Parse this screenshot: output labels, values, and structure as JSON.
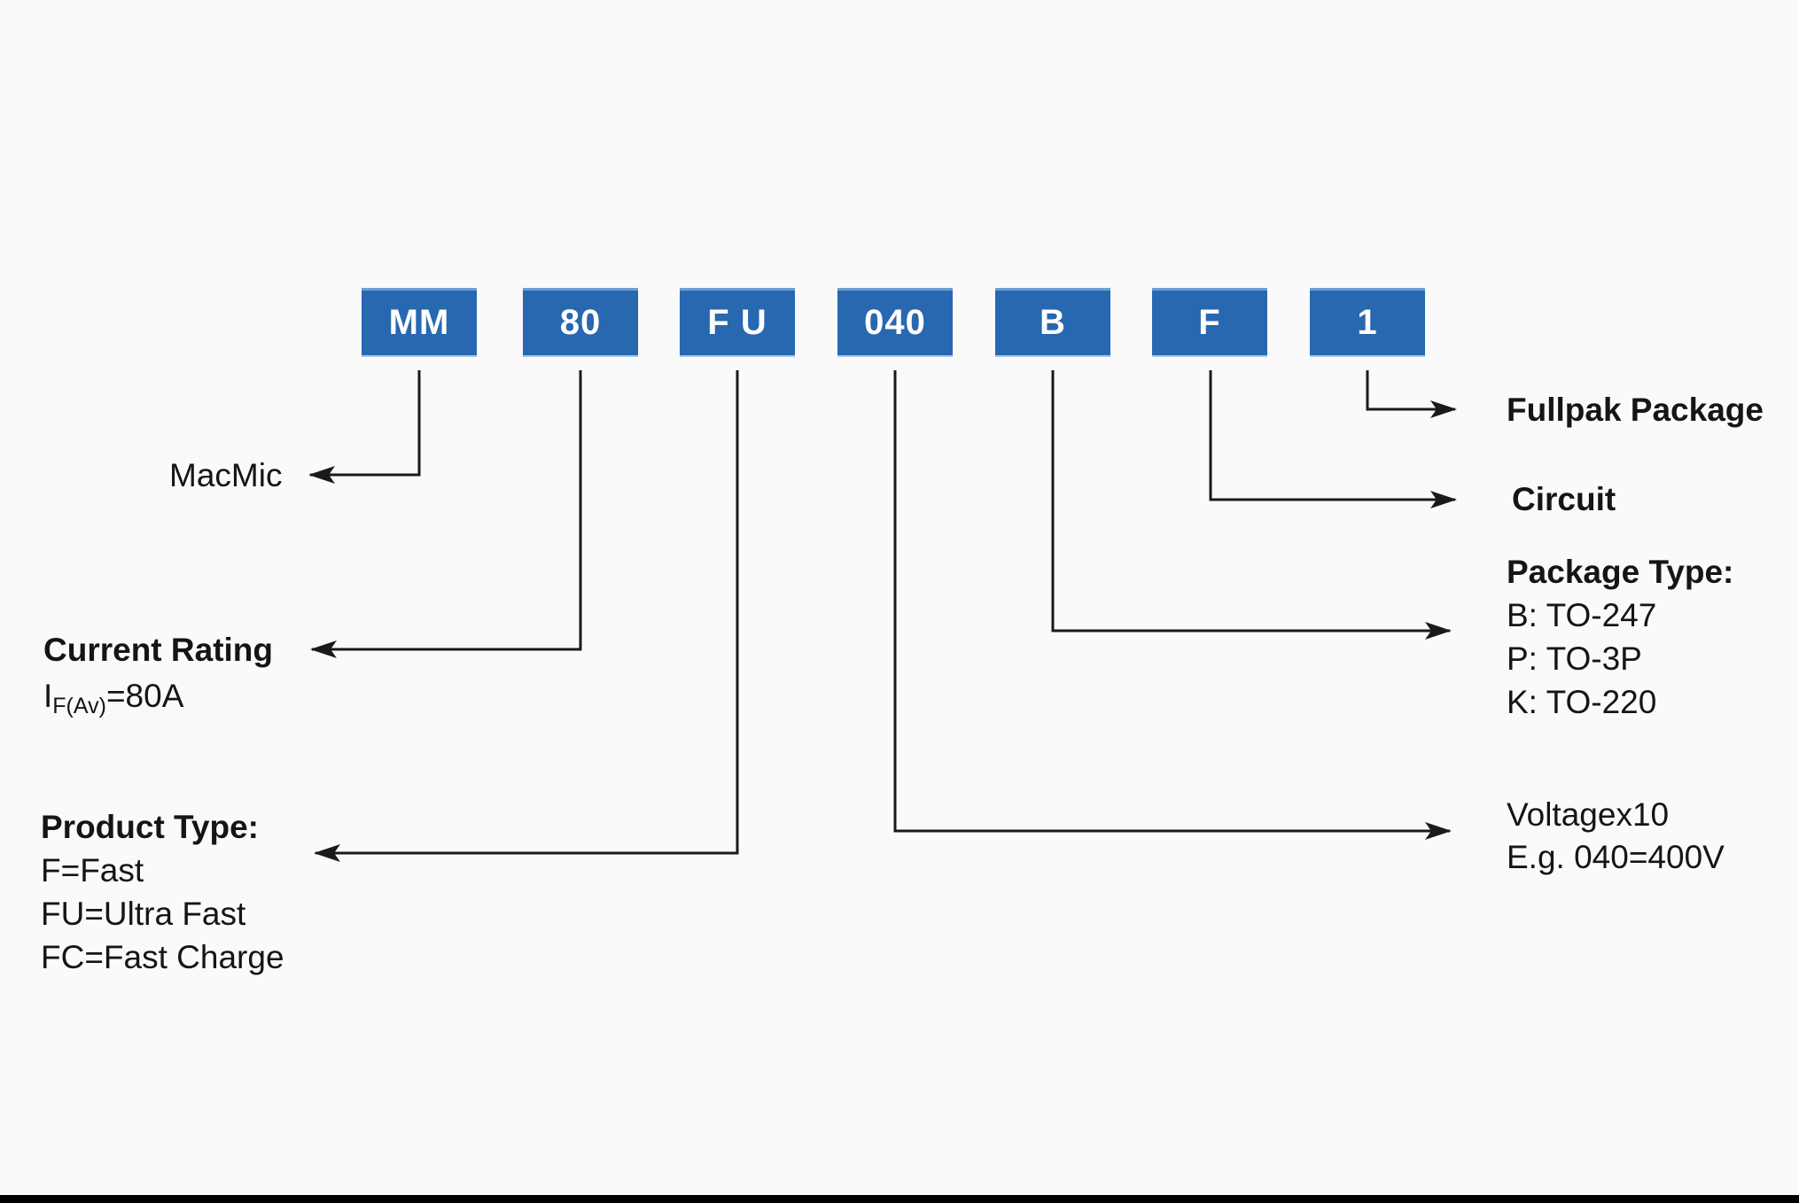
{
  "page": {
    "background": "#fafafa",
    "footer_bar_color": "#000000",
    "line_color": "#1a1a1a"
  },
  "part_number": {
    "box_color": "#2768b0",
    "box_text_color": "#ffffff",
    "segments": [
      {
        "code": "MM"
      },
      {
        "code": "80"
      },
      {
        "code": "F U"
      },
      {
        "code": "040"
      },
      {
        "code": "B"
      },
      {
        "code": "F"
      },
      {
        "code": "1"
      }
    ]
  },
  "annotations": {
    "macmic": {
      "label": "MacMic"
    },
    "current_rating": {
      "title": "Current Rating",
      "formula_pre": "I",
      "formula_sub": "F(Av)",
      "formula_post": "=80A"
    },
    "product_type": {
      "title": "Product Type:",
      "items": [
        "F=Fast",
        "FU=Ultra Fast",
        "FC=Fast Charge"
      ]
    },
    "fullpak": {
      "label": "Fullpak Package"
    },
    "circuit": {
      "label": "Circuit"
    },
    "package_type": {
      "title": "Package Type:",
      "items": [
        "B: TO-247",
        "P: TO-3P",
        "K: TO-220"
      ]
    },
    "voltage": {
      "lines": [
        "Voltagex10",
        "E.g. 040=400V"
      ]
    }
  }
}
